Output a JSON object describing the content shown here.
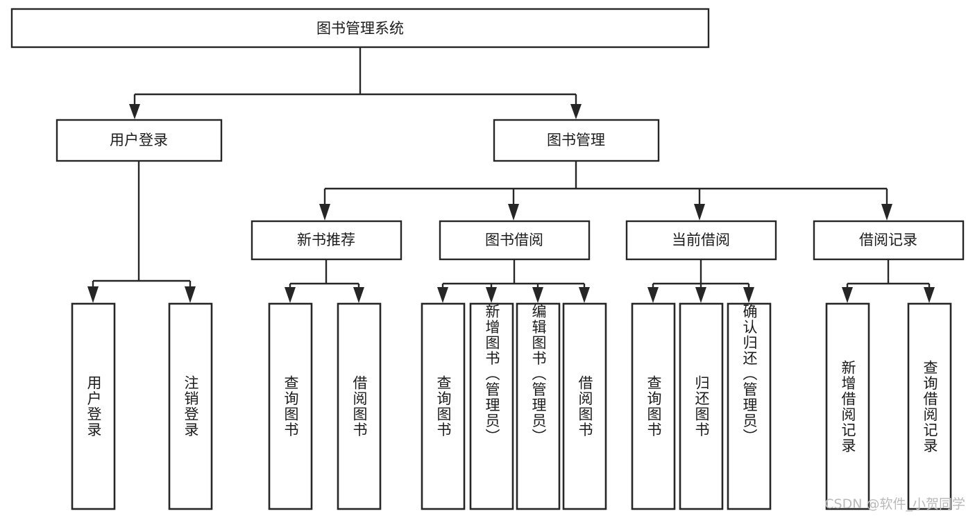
{
  "diagram": {
    "title": "图书管理系统",
    "type": "tree",
    "watermark": "CSDN @软件_小贺同学",
    "colors": {
      "stroke": "#262626",
      "fill": "#ffffff",
      "text": "#1b1b1b",
      "watermark": "#b9b9b9"
    },
    "root": {
      "label": "图书管理系统"
    },
    "level2": [
      {
        "label": "用户登录"
      },
      {
        "label": "图书管理"
      }
    ],
    "level3": [
      {
        "label": "新书推荐"
      },
      {
        "label": "图书借阅"
      },
      {
        "label": "当前借阅"
      },
      {
        "label": "借阅记录"
      }
    ],
    "leaves": {
      "user_login": [
        {
          "label": "用户登录"
        },
        {
          "label": "注销登录"
        }
      ],
      "new_book_recommend": [
        {
          "label": "查询图书"
        },
        {
          "label": "借阅图书"
        }
      ],
      "book_borrow": [
        {
          "label": "查询图书"
        },
        {
          "label": "新增图书（管理员）"
        },
        {
          "label": "编辑图书（管理员）"
        },
        {
          "label": "借阅图书"
        }
      ],
      "current_borrow": [
        {
          "label": "查询图书"
        },
        {
          "label": "归还图书"
        },
        {
          "label": "确认归还（管理员）"
        }
      ],
      "borrow_record": [
        {
          "label": "新增借阅记录"
        },
        {
          "label": "查询借阅记录"
        }
      ]
    }
  }
}
